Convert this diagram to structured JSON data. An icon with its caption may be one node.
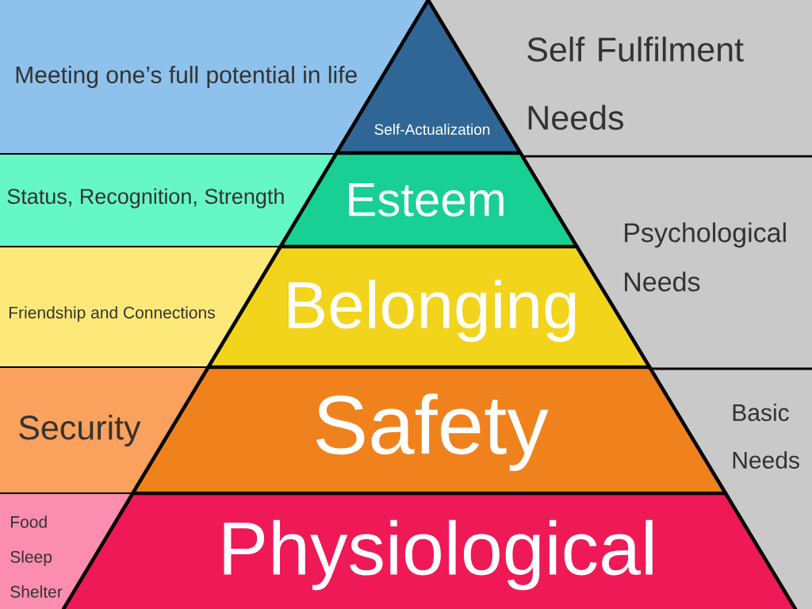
{
  "diagram": {
    "nodes": [
      {
        "text": [
          "Meeting one’s full potential in life"
        ]
      },
      {
        "text": [
          "Self-Actualization"
        ]
      },
      {
        "text": [
          "Self Fulfilment Needs"
        ]
      },
      {
        "text": [
          "Status, Recognition, Strength"
        ]
      },
      {
        "text": [
          "Esteem"
        ]
      },
      {
        "text": [
          "Psychological Needs"
        ]
      },
      {
        "text": [
          "Friendship and Connections"
        ]
      },
      {
        "text": [
          "Belonging"
        ]
      },
      {
        "text": [
          "Security"
        ]
      },
      {
        "text": [
          "Safety"
        ]
      },
      {
        "text": [
          "Basic Needs"
        ]
      },
      {
        "text": [
          "Food",
          "Sleep",
          "Shelter"
        ]
      },
      {
        "text": [
          "Physiological"
        ]
      }
    ]
  }
}
